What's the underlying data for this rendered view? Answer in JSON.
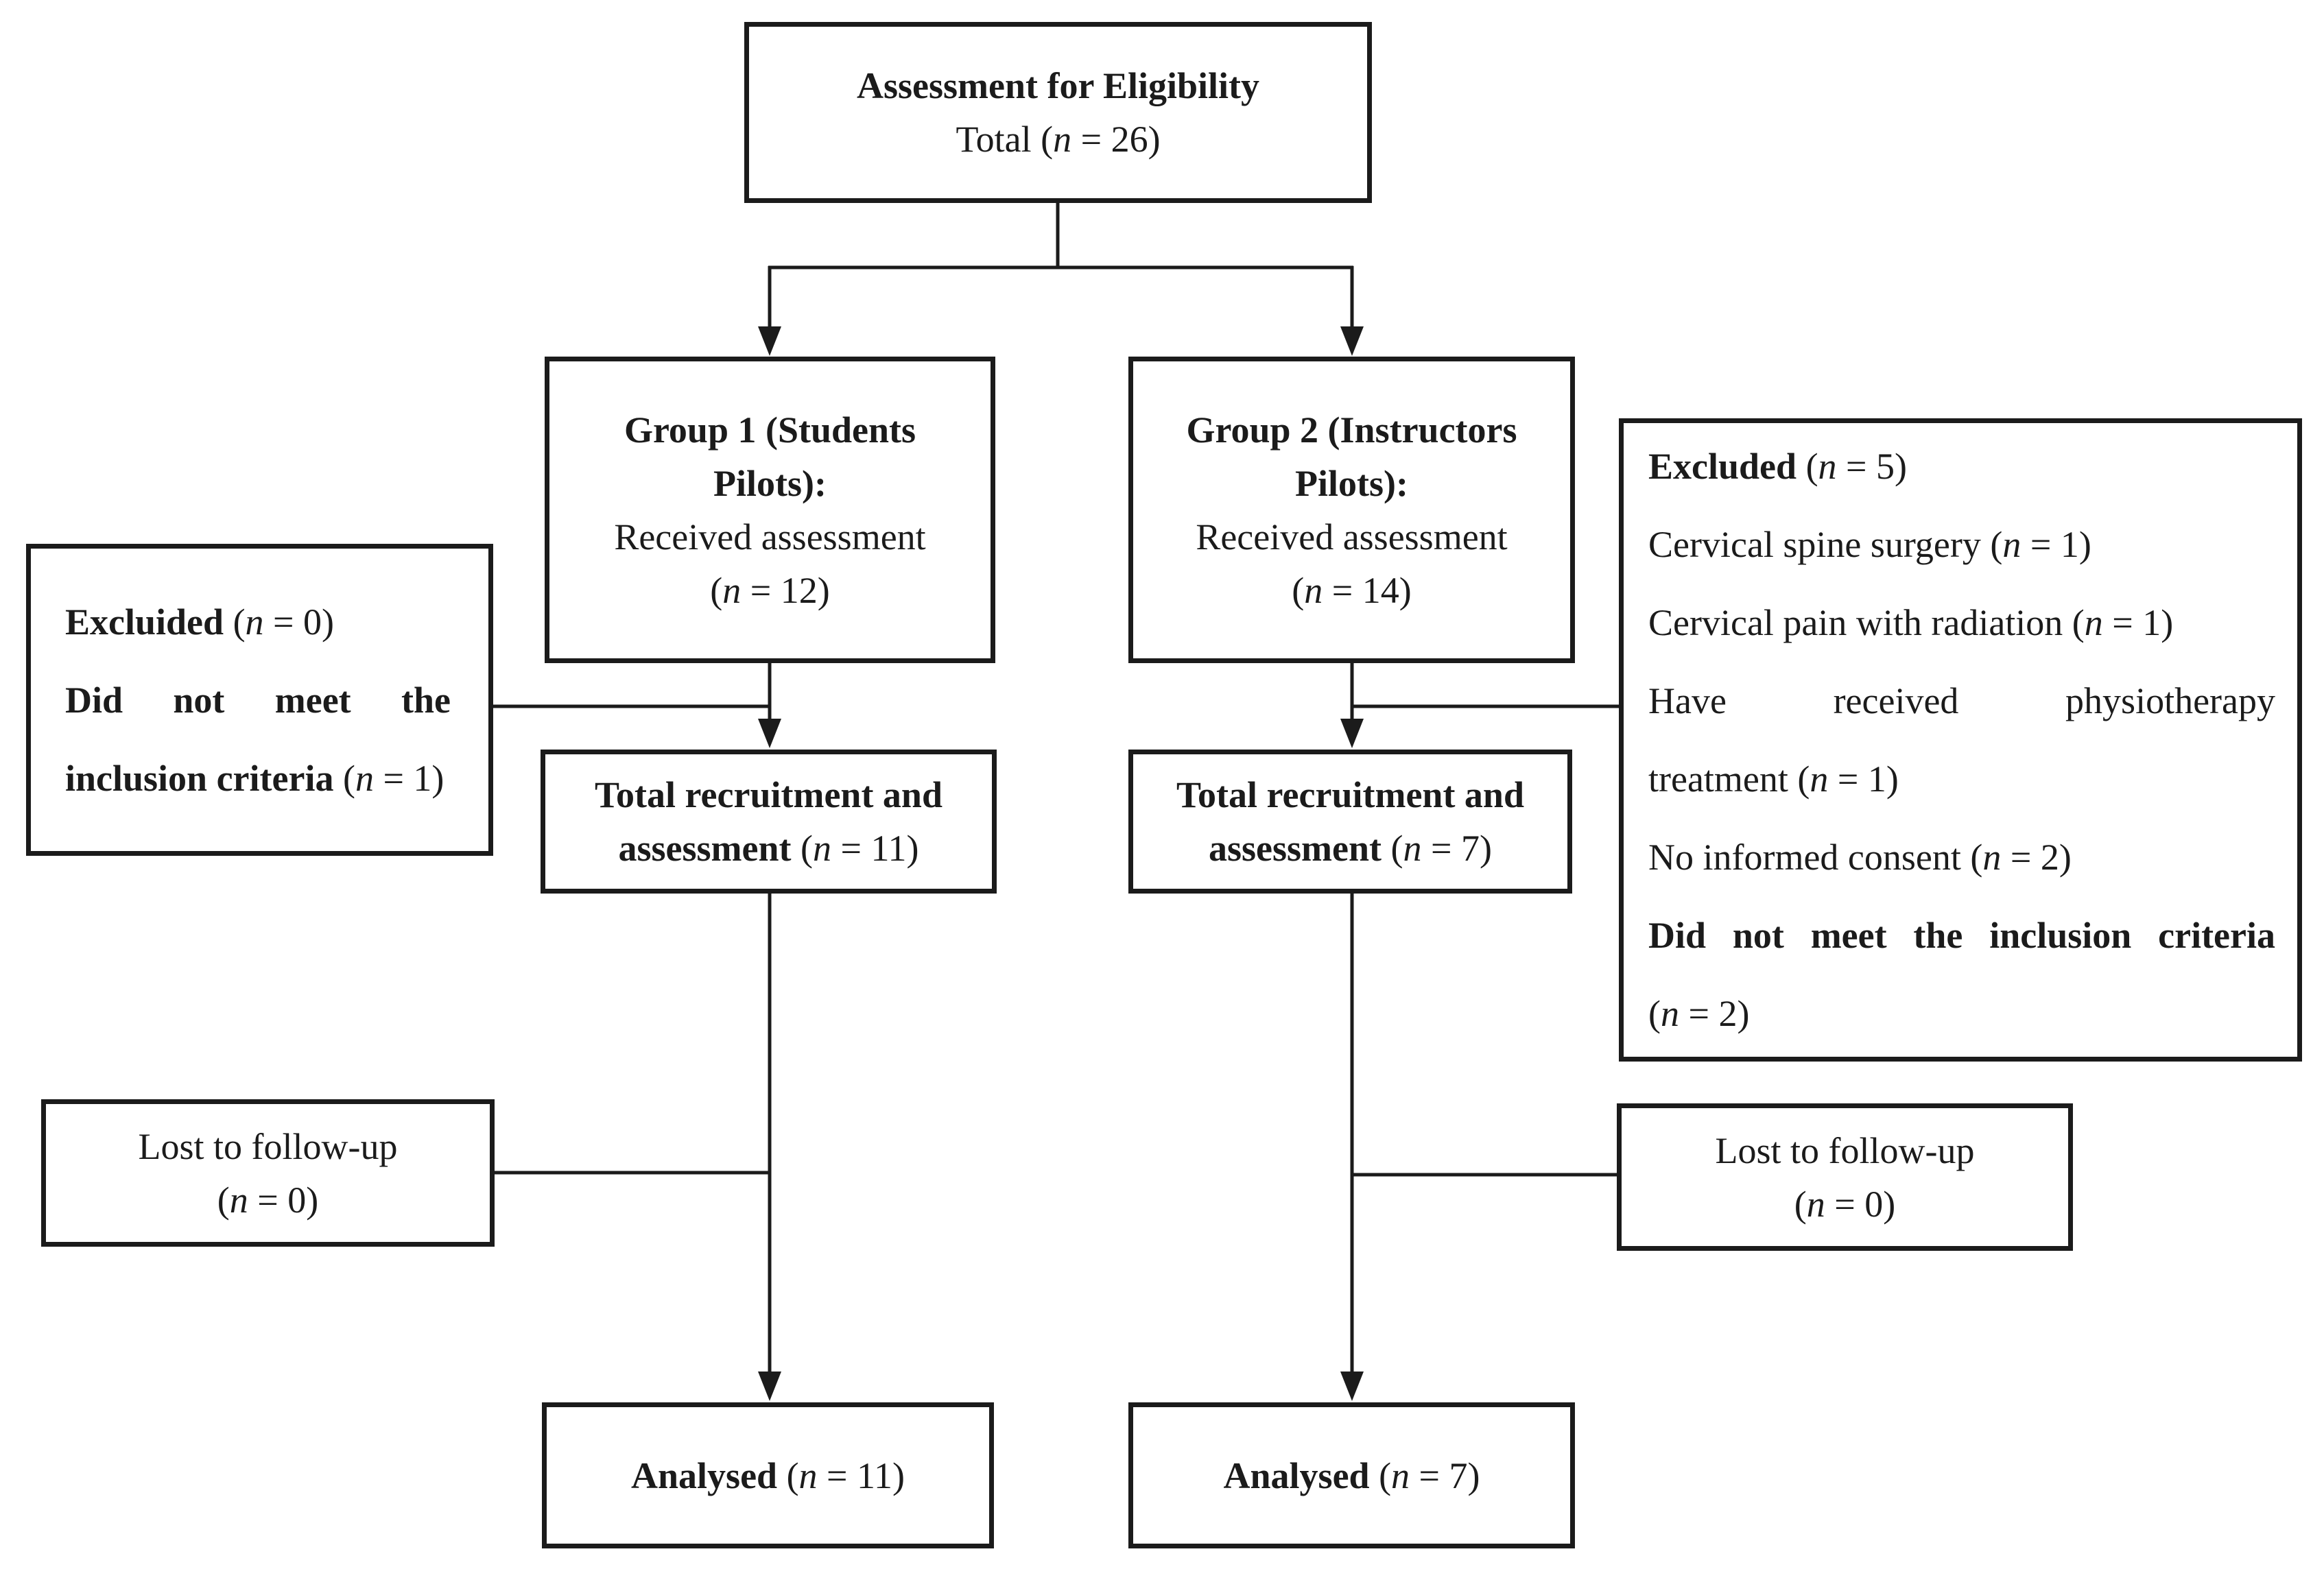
{
  "figure": {
    "kind": "participant-flow-diagram",
    "background": "#ffffff",
    "ink": "#1b1b1b"
  },
  "boxes": {
    "eligibility": {
      "lines": [
        {
          "seg": [
            {
              "t": "Assessment for Eligibility",
              "b": true
            }
          ]
        },
        {
          "seg": [
            {
              "t": "Total ("
            },
            {
              "t": "n",
              "i": true
            },
            {
              "t": " = 26)"
            }
          ]
        }
      ]
    },
    "group1": {
      "lines": [
        {
          "seg": [
            {
              "t": "Group 1 (Students",
              "b": true
            }
          ]
        },
        {
          "seg": [
            {
              "t": "Pilots):",
              "b": true
            }
          ]
        },
        {
          "seg": [
            {
              "t": "Received assessment"
            }
          ]
        },
        {
          "seg": [
            {
              "t": "("
            },
            {
              "t": "n",
              "i": true
            },
            {
              "t": " = 12)"
            }
          ]
        }
      ]
    },
    "group2": {
      "lines": [
        {
          "seg": [
            {
              "t": "Group 2 (Instructors",
              "b": true
            }
          ]
        },
        {
          "seg": [
            {
              "t": "Pilots):",
              "b": true
            }
          ]
        },
        {
          "seg": [
            {
              "t": "Received assessment"
            }
          ]
        },
        {
          "seg": [
            {
              "t": "("
            },
            {
              "t": "n",
              "i": true
            },
            {
              "t": " = 14)"
            }
          ]
        }
      ]
    },
    "excluded_left": {
      "lines": [
        {
          "seg": [
            {
              "t": "Excluided ",
              "b": true
            },
            {
              "t": "("
            },
            {
              "t": "n",
              "i": true
            },
            {
              "t": " = 0)"
            }
          ]
        },
        {
          "j": true,
          "seg": [
            {
              "t": "Did not meet the",
              "b": true
            }
          ]
        },
        {
          "seg": [
            {
              "t": "inclusion criteria ",
              "b": true
            },
            {
              "t": "("
            },
            {
              "t": "n",
              "i": true
            },
            {
              "t": " = 1)"
            }
          ]
        }
      ]
    },
    "excluded_right": {
      "lines": [
        {
          "seg": [
            {
              "t": "Excluded ",
              "b": true
            },
            {
              "t": "("
            },
            {
              "t": "n",
              "i": true
            },
            {
              "t": " = 5)"
            }
          ]
        },
        {
          "seg": [
            {
              "t": "Cervical spine surgery ("
            },
            {
              "t": "n",
              "i": true
            },
            {
              "t": " = 1)"
            }
          ]
        },
        {
          "seg": [
            {
              "t": "Cervical pain with radiation ("
            },
            {
              "t": "n",
              "i": true
            },
            {
              "t": " = 1)"
            }
          ]
        },
        {
          "j": true,
          "seg": [
            {
              "t": "Have received physiotherapy"
            }
          ]
        },
        {
          "seg": [
            {
              "t": "treatment ("
            },
            {
              "t": "n",
              "i": true
            },
            {
              "t": " = 1)"
            }
          ]
        },
        {
          "seg": [
            {
              "t": "No informed consent ("
            },
            {
              "t": "n",
              "i": true
            },
            {
              "t": " = 2)"
            }
          ]
        },
        {
          "j": true,
          "seg": [
            {
              "t": "Did not meet the inclusion criteria",
              "b": true
            }
          ]
        },
        {
          "seg": [
            {
              "t": "("
            },
            {
              "t": "n",
              "i": true
            },
            {
              "t": " = 2)"
            }
          ]
        }
      ]
    },
    "total1": {
      "lines": [
        {
          "seg": [
            {
              "t": "Total recruitment and",
              "b": true
            }
          ]
        },
        {
          "seg": [
            {
              "t": "assessment ",
              "b": true
            },
            {
              "t": "("
            },
            {
              "t": "n",
              "i": true
            },
            {
              "t": " = 11)"
            }
          ]
        }
      ]
    },
    "total2": {
      "lines": [
        {
          "seg": [
            {
              "t": "Total recruitment and",
              "b": true
            }
          ]
        },
        {
          "seg": [
            {
              "t": "assessment ",
              "b": true
            },
            {
              "t": "("
            },
            {
              "t": "n",
              "i": true
            },
            {
              "t": " = 7)"
            }
          ]
        }
      ]
    },
    "lost1": {
      "lines": [
        {
          "seg": [
            {
              "t": "Lost to follow-up"
            }
          ]
        },
        {
          "seg": [
            {
              "t": "("
            },
            {
              "t": "n",
              "i": true
            },
            {
              "t": " = 0)"
            }
          ]
        }
      ]
    },
    "lost2": {
      "lines": [
        {
          "seg": [
            {
              "t": "Lost to follow-up"
            }
          ]
        },
        {
          "seg": [
            {
              "t": "("
            },
            {
              "t": "n",
              "i": true
            },
            {
              "t": " = 0)"
            }
          ]
        }
      ]
    },
    "analysed1": {
      "lines": [
        {
          "seg": [
            {
              "t": "Analysed ",
              "b": true
            },
            {
              "t": "("
            },
            {
              "t": "n",
              "i": true
            },
            {
              "t": " = 11)"
            }
          ]
        }
      ]
    },
    "analysed2": {
      "lines": [
        {
          "seg": [
            {
              "t": "Analysed ",
              "b": true
            },
            {
              "t": "("
            },
            {
              "t": "n",
              "i": true
            },
            {
              "t": " = 7)"
            }
          ]
        }
      ]
    }
  }
}
